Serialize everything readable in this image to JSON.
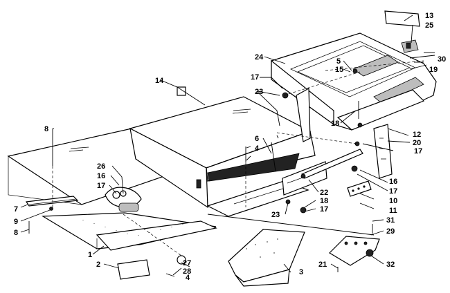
{
  "diagram": {
    "callouts": [
      {
        "id": "c1",
        "label": "1"
      },
      {
        "id": "c2",
        "label": "2"
      },
      {
        "id": "c3",
        "label": "3"
      },
      {
        "id": "c4a",
        "label": "4"
      },
      {
        "id": "c4b",
        "label": "4"
      },
      {
        "id": "c5",
        "label": "5"
      },
      {
        "id": "c6",
        "label": "6"
      },
      {
        "id": "c7",
        "label": "7"
      },
      {
        "id": "c8a",
        "label": "8"
      },
      {
        "id": "c8b",
        "label": "8"
      },
      {
        "id": "c9",
        "label": "9"
      },
      {
        "id": "c10",
        "label": "10"
      },
      {
        "id": "c11",
        "label": "11"
      },
      {
        "id": "c12",
        "label": "12"
      },
      {
        "id": "c13",
        "label": "13"
      },
      {
        "id": "c14",
        "label": "14"
      },
      {
        "id": "c15",
        "label": "15"
      },
      {
        "id": "c16a",
        "label": "16"
      },
      {
        "id": "c16b",
        "label": "16"
      },
      {
        "id": "c17a",
        "label": "17"
      },
      {
        "id": "c17b",
        "label": "17"
      },
      {
        "id": "c17c",
        "label": "17"
      },
      {
        "id": "c17d",
        "label": "17"
      },
      {
        "id": "c17e",
        "label": "17"
      },
      {
        "id": "c18a",
        "label": "18"
      },
      {
        "id": "c18b",
        "label": "18"
      },
      {
        "id": "c19",
        "label": "19"
      },
      {
        "id": "c20",
        "label": "20"
      },
      {
        "id": "c21",
        "label": "21"
      },
      {
        "id": "c22",
        "label": "22"
      },
      {
        "id": "c23a",
        "label": "23"
      },
      {
        "id": "c23b",
        "label": "23"
      },
      {
        "id": "c24",
        "label": "24"
      },
      {
        "id": "c25",
        "label": "25"
      },
      {
        "id": "c26",
        "label": "26"
      },
      {
        "id": "c27",
        "label": "27"
      },
      {
        "id": "c28",
        "label": "28"
      },
      {
        "id": "c29",
        "label": "29"
      },
      {
        "id": "c30",
        "label": "30"
      },
      {
        "id": "c31",
        "label": "31"
      },
      {
        "id": "c32",
        "label": "32"
      }
    ]
  }
}
